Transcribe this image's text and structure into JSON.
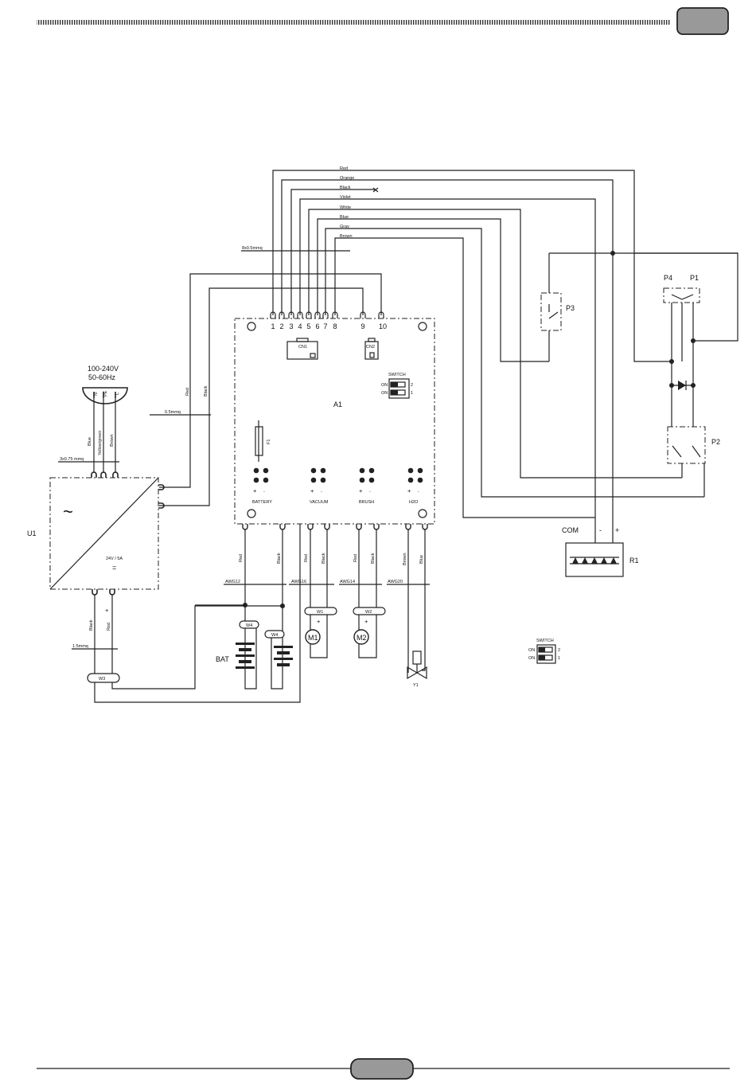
{
  "page": {
    "header_hatch_label": "",
    "header_tab_label": "",
    "footer_tab_label": ""
  },
  "diagram": {
    "harness": {
      "wire_colors": [
        "Red",
        "Orange",
        "Black",
        "Violet",
        "White",
        "Blue",
        "Gray",
        "Brown"
      ],
      "section_label": "8x0.5mmq",
      "pins": [
        "1",
        "2",
        "3",
        "4",
        "5",
        "6",
        "7",
        "8",
        "9",
        "10"
      ]
    },
    "board": {
      "label": "A1",
      "cn1": "CN1",
      "cn2": "CN2",
      "fuse": "F1",
      "switch": {
        "title": "SWITCH",
        "on": "ON",
        "pos2": "2",
        "pos1": "1"
      },
      "sockets": [
        "BATTERY",
        "VACUUM",
        "BRUSH",
        "H2O"
      ],
      "plus": "+",
      "minus": "-"
    },
    "mains": {
      "voltage": "100-240V",
      "freq": "50-60Hz",
      "n": "N",
      "pe": "PE",
      "l": "L",
      "blue": "Blue",
      "yg": "Yellow/green",
      "brown": "Brown",
      "section": "3x0.75 mmq"
    },
    "psu": {
      "label": "U1",
      "rating": "24V / 5A",
      "sine": "~",
      "dc": "="
    },
    "psu_out": {
      "red": "Red",
      "black": "Black",
      "section": "0.5mmq"
    },
    "psu_in": {
      "black": "Black",
      "red": "Red",
      "plus": "+",
      "section": "1.5mmq",
      "clamp": "W3"
    },
    "battery": {
      "label": "BAT",
      "clamp": "W4",
      "red": "Red",
      "black": "Black",
      "section": "AWG12"
    },
    "vacuum_motor": {
      "label": "M1",
      "clamp": "W1",
      "red": "Red",
      "black": "Black",
      "section": "AWG16"
    },
    "brush_motor": {
      "label": "M2",
      "clamp": "W2",
      "red": "Red",
      "black": "Black",
      "section": "AWG14"
    },
    "valve": {
      "label": "Y1",
      "brown": "Brown",
      "blue": "Blue",
      "section": "AWG20"
    },
    "controls": {
      "p1": "P1",
      "p2": "P2",
      "p3": "P3",
      "p4": "P4"
    },
    "relay": {
      "label": "R1",
      "com": "COM",
      "minus": "-",
      "plus": "+"
    },
    "legend_switch": {
      "title": "SWITCH",
      "on": "ON",
      "pos2": "2",
      "pos1": "1"
    }
  }
}
